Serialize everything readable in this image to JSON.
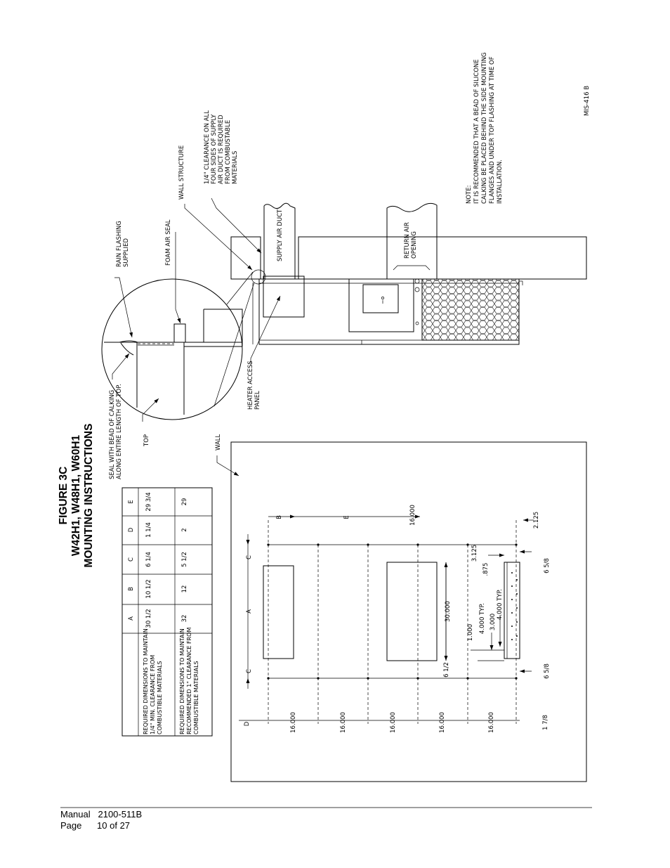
{
  "figure": {
    "label": "FIGURE 3C",
    "models": "W42H1, W48H1, W60H1",
    "title": "MOUNTING INSTRUCTIONS"
  },
  "drawing_number": "MIS-416 B",
  "note": [
    "NOTE:",
    "IT IS RECOMMENDED THAT A BEAD OF SILICONE",
    "CALKING BE PLACED BEHIND THE SIDE MOUNTING",
    "FLANGES AND UNDER TOP FLASHING AT TIME OF",
    "INSTALLATION."
  ],
  "callouts": {
    "clearance": [
      "1/4\" CLEARANCE ON ALL",
      "FOUR SIDES OF SUPPLY",
      "AIR DUCT IS REQUIRED",
      "FROM COMBUSTABLE",
      "MATERIALS"
    ],
    "wall_structure": "WALL STRUCTURE",
    "foam_air_seal": "FOAM AIR SEAL",
    "rain_flashing": [
      "RAIN FLASHING",
      "SUPPLIED"
    ],
    "supply_air_duct": "SUPPLY AIR DUCT",
    "return_air_opening": [
      "RETURN AIR",
      "OPENING"
    ],
    "heater_access_panel": [
      "HEATER ACCESS",
      "PANEL"
    ],
    "seal": [
      "SEAL WITH BEAD OF CALKING",
      "ALONG ENTIRE LENGTH OF TOP."
    ],
    "top": "TOP",
    "wall": "WALL"
  },
  "table": {
    "headers": [
      "A",
      "B",
      "C",
      "D",
      "E"
    ],
    "rows": [
      {
        "label": [
          "REQUIRED DIMENSIONS TO MAINTAIN",
          "1/4\" MIN. CLEARANCE FROM",
          "COMBUSTIBLE MATERIALS"
        ],
        "values": [
          "30 1/2",
          "10 1/2",
          "6 1/4",
          "1 1/4",
          "29 3/4"
        ]
      },
      {
        "label": [
          "REQUIRED DIMENSIONS TO MAINTAIN",
          "RECOMMENDED 1\" CLEARANCE FROM",
          "COMBUSTIBLE MATERIALS"
        ],
        "values": [
          "32",
          "12",
          "5 1/2",
          "2",
          "29"
        ]
      }
    ]
  },
  "dimensions": {
    "letters": [
      "D",
      "C",
      "A",
      "C",
      "B",
      "E"
    ],
    "bottom_row": [
      "16.000",
      "16.000",
      "16.000",
      "16.000",
      "16.000",
      "1 7/8"
    ],
    "opening_width": "16.000",
    "opening_height": "30.000",
    "six_half": "6 1/2",
    "six_five_eighths_top": "6 5/8",
    "six_five_eighths_bottom": "6 5/8",
    "two_125": "2.125",
    "three_125": "3.125",
    "p875": ".875",
    "four_typ_a": "4.000 TYP.",
    "four_typ_b": "4.000 TYP.",
    "three_000": "3.000",
    "one_000": "1.000"
  },
  "footer": {
    "manual_label": "Manual",
    "manual_value": "2100-511B",
    "page_label": "Page",
    "page_value": "10 of 27"
  }
}
